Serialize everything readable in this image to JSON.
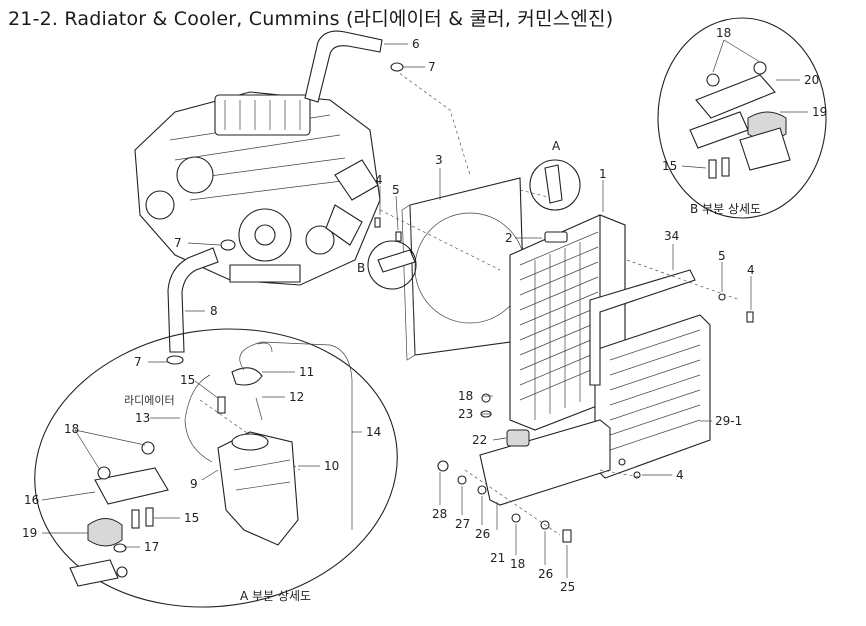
{
  "title": "21-2. Radiator & Cooler, Cummins (라디에이터 & 쿨러, 커민스엔진)",
  "detail_labels": {
    "a_detail": "A 부분 상세도",
    "b_detail": "B 부분 상세도",
    "marker_a": "A",
    "marker_b": "B",
    "radiator_note": "라디에이터"
  },
  "callouts": {
    "c6": "6",
    "c7a": "7",
    "c7b": "7",
    "c7c": "7",
    "c8": "8",
    "c3": "3",
    "c4a": "4",
    "c5a": "5",
    "c1": "1",
    "c2": "2",
    "c34": "34",
    "c5b": "5",
    "c4b": "4",
    "c18a": "18",
    "c20": "20",
    "c19a": "19",
    "c15a": "15",
    "c11": "11",
    "c15b": "15",
    "c12": "12",
    "c13": "13",
    "c14": "14",
    "c18b": "18",
    "c10": "10",
    "c9": "9",
    "c16": "16",
    "c15c": "15",
    "c19b": "19",
    "c17": "17",
    "c18c": "18",
    "c23": "23",
    "c22": "22",
    "c29": "29-1",
    "c4c": "4",
    "c28": "28",
    "c27": "27",
    "c26a": "26",
    "c21": "21",
    "c18d": "18",
    "c26b": "26",
    "c25": "25"
  }
}
